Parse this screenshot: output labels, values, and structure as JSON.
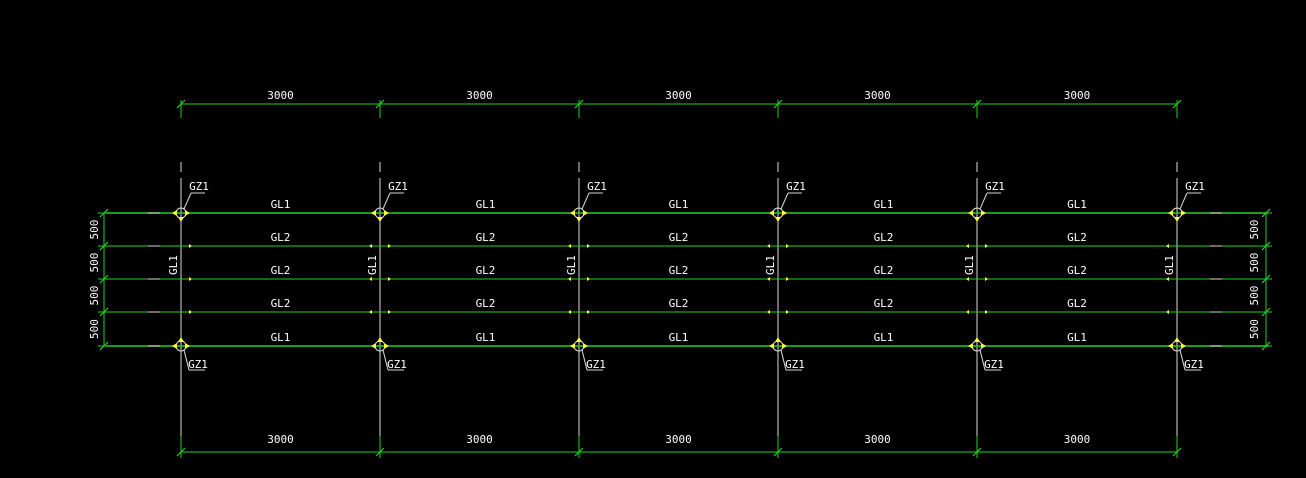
{
  "drawing": {
    "background": "#000000",
    "colors": {
      "beam": "#1fd11f",
      "dim": "#1fd11f",
      "column": "#d8d8d8",
      "marker": "#ffff33",
      "text": "#ffffff"
    },
    "top_dims": [
      "3000",
      "3000",
      "3000",
      "3000",
      "3000"
    ],
    "bottom_dims": [
      "3000",
      "3000",
      "3000",
      "3000",
      "3000"
    ],
    "left_dims": [
      "500",
      "500",
      "500",
      "500"
    ],
    "right_dims": [
      "500",
      "500",
      "500",
      "500"
    ],
    "column_tag_top": "GZ1",
    "column_tag_bottom": "GZ1",
    "column_label": "GL1",
    "row_labels": [
      "GL1",
      "GL2",
      "GL2",
      "GL2",
      "GL1"
    ],
    "columns_count": 6,
    "bays_count": 5
  }
}
